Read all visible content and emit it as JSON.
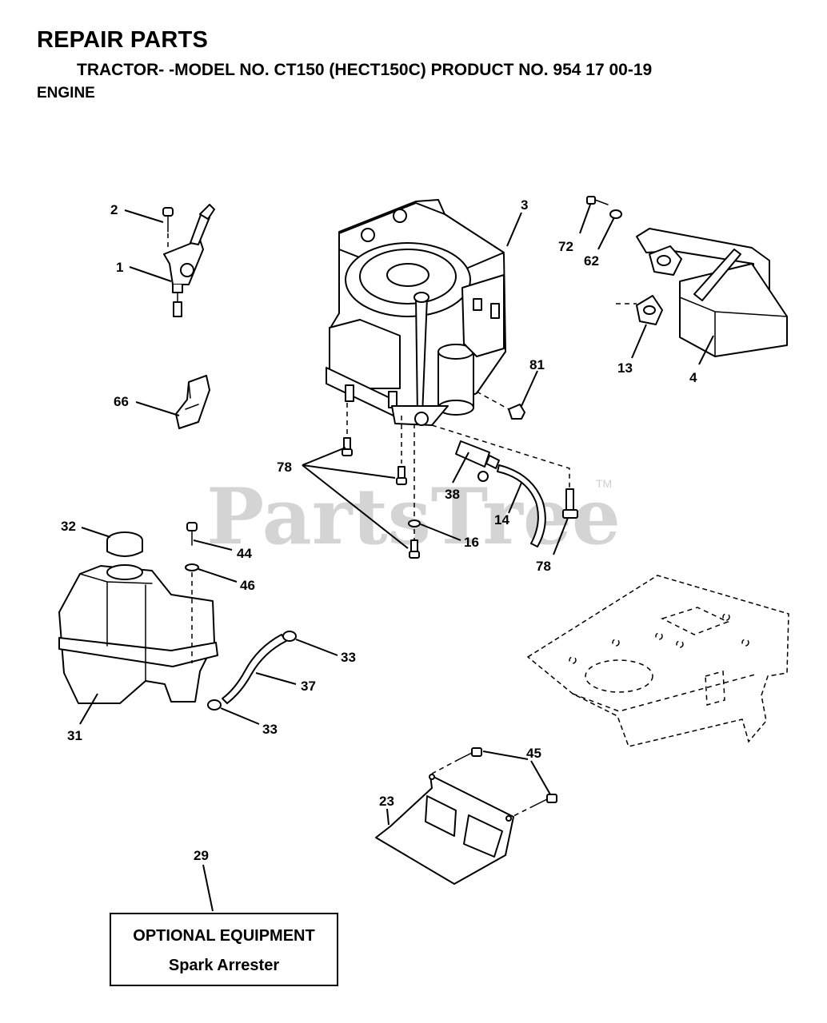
{
  "header": {
    "title": "REPAIR PARTS",
    "model_line": "TRACTOR- -MODEL NO. CT150 (HECT150C) PRODUCT NO. 954 17 00-19",
    "section": "ENGINE"
  },
  "watermark": {
    "text": "PartsTree",
    "trademark": "TM"
  },
  "callouts": [
    "1",
    "2",
    "3",
    "4",
    "13",
    "14",
    "16",
    "23",
    "29",
    "31",
    "32",
    "33",
    "33",
    "37",
    "38",
    "44",
    "45",
    "46",
    "62",
    "66",
    "72",
    "78",
    "78",
    "81"
  ],
  "optional_box": {
    "title": "OPTIONAL EQUIPMENT",
    "item": "Spark Arrester"
  }
}
